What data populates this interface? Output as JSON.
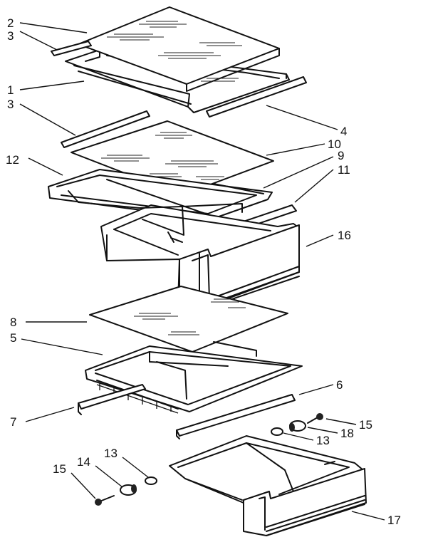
{
  "callouts": [
    {
      "id": "c2a",
      "text": "2"
    },
    {
      "id": "c3a",
      "text": "3"
    },
    {
      "id": "c1",
      "text": "1"
    },
    {
      "id": "c3b",
      "text": "3"
    },
    {
      "id": "c4",
      "text": "4"
    },
    {
      "id": "c10",
      "text": "10"
    },
    {
      "id": "c12",
      "text": "12"
    },
    {
      "id": "c9",
      "text": "9"
    },
    {
      "id": "c11",
      "text": "11"
    },
    {
      "id": "c16",
      "text": "16"
    },
    {
      "id": "c8",
      "text": "8"
    },
    {
      "id": "c5",
      "text": "5"
    },
    {
      "id": "c6",
      "text": "6"
    },
    {
      "id": "c7",
      "text": "7"
    },
    {
      "id": "c15a",
      "text": "15"
    },
    {
      "id": "c18",
      "text": "18"
    },
    {
      "id": "c13a",
      "text": "13"
    },
    {
      "id": "c13b",
      "text": "13"
    },
    {
      "id": "c14",
      "text": "14"
    },
    {
      "id": "c15b",
      "text": "15"
    },
    {
      "id": "c17",
      "text": "17"
    }
  ]
}
